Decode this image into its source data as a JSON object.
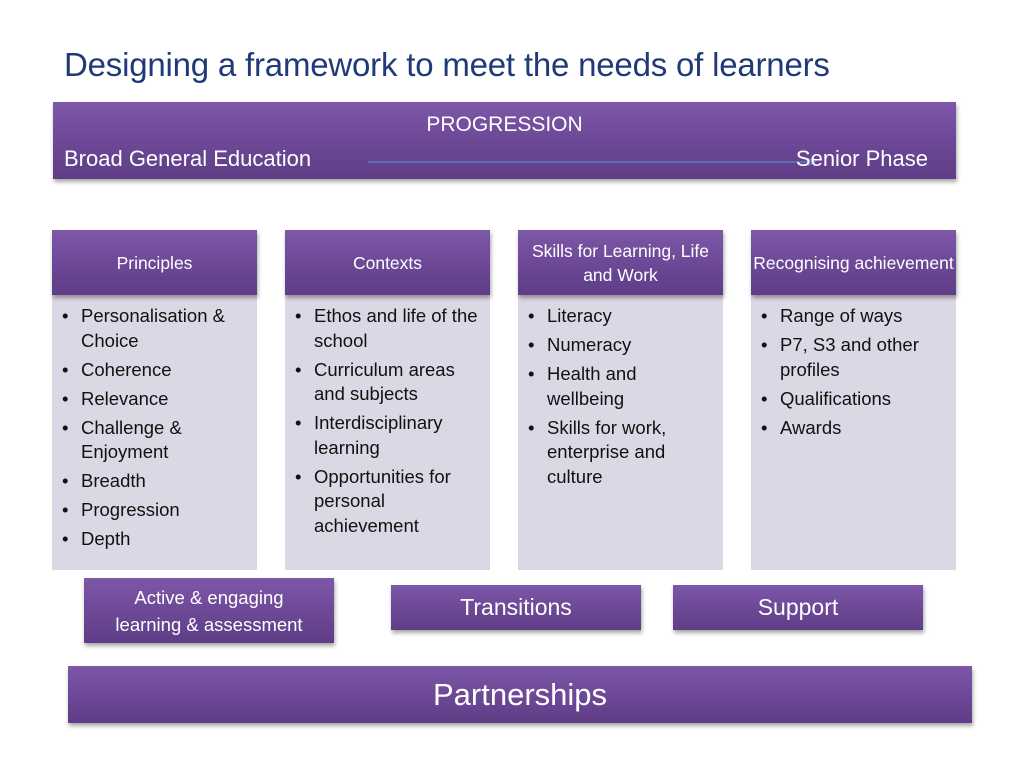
{
  "slide": {
    "title": "Designing a framework to meet the needs of learners"
  },
  "progression": {
    "label": "PROGRESSION",
    "from": "Broad General Education",
    "to": "Senior Phase",
    "arrow_color": "#4f81bd"
  },
  "columns": [
    {
      "header": "Principles",
      "items": [
        "Personalisation & Choice",
        "Coherence",
        "Relevance",
        "Challenge & Enjoyment",
        "Breadth",
        "Progression",
        "Depth"
      ]
    },
    {
      "header": "Contexts",
      "items": [
        "Ethos and life of the school",
        "Curriculum areas and subjects",
        "Interdisciplinary learning",
        "Opportunities for personal achievement"
      ]
    },
    {
      "header": "Skills for Learning, Life and Work",
      "items": [
        "Literacy",
        "Numeracy",
        "Health and wellbeing",
        "Skills for work, enterprise and culture"
      ]
    },
    {
      "header": "Recognising achievement",
      "items": [
        "Range of ways",
        "P7, S3 and other profiles",
        "Qualifications",
        "Awards"
      ]
    }
  ],
  "bottom_boxes": {
    "active": "Active & engaging learning & assessment",
    "transitions": "Transitions",
    "support": "Support",
    "partnerships": "Partnerships"
  },
  "bullet_glyph": "•",
  "colors": {
    "title": "#1f3a78",
    "purple_top": "#7e58a8",
    "purple_bottom": "#5e3d86",
    "card_body": "#dcd7e4"
  }
}
